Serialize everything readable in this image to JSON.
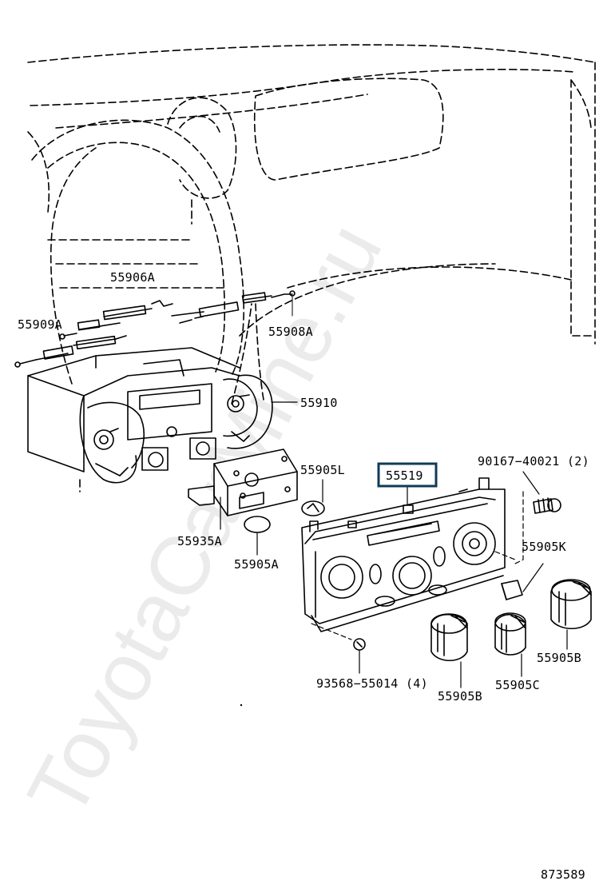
{
  "watermark": "ToyotaCarMine.ru",
  "diagram_code": "873589",
  "highlight_color": "#0f3b57",
  "parts": [
    {
      "id": "p55906A",
      "label": "55906A"
    },
    {
      "id": "p55909A",
      "label": "55909A"
    },
    {
      "id": "p55908A",
      "label": "55908A"
    },
    {
      "id": "p55910",
      "label": "55910"
    },
    {
      "id": "p55905L",
      "label": "55905L"
    },
    {
      "id": "p55519",
      "label": "55519",
      "highlighted": true
    },
    {
      "id": "p90167",
      "label": "90167−40021 (2)"
    },
    {
      "id": "p55935A",
      "label": "55935A"
    },
    {
      "id": "p55905A",
      "label": "55905A"
    },
    {
      "id": "p55905K",
      "label": "55905K"
    },
    {
      "id": "p55905B_r",
      "label": "55905B"
    },
    {
      "id": "p93568",
      "label": "93568−55014 (4)"
    },
    {
      "id": "p55905B_l",
      "label": "55905B"
    },
    {
      "id": "p55905C",
      "label": "55905C"
    }
  ]
}
